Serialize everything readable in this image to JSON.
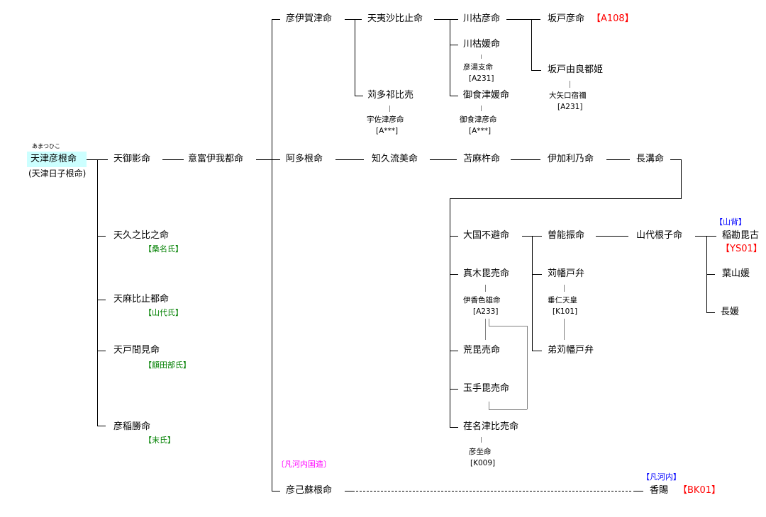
{
  "root": {
    "ruby": "あまつひこ",
    "name": "天津彦根命",
    "alias": "(天津日子根命)"
  },
  "gen1": {
    "p1": "天御影命",
    "p2": "天久之比之命",
    "p2_clan": "【桑名氏】",
    "p3": "天麻比止都命",
    "p3_clan": "【山代氏】",
    "p4": "天戸間見命",
    "p4_clan": "【額田部氏】",
    "p5": "彦稲勝命",
    "p5_clan": "【末氏】"
  },
  "gen2": {
    "p1": "意富伊我都命"
  },
  "gen3": {
    "p1": "彦伊賀津命",
    "p2": "阿多根命",
    "p3": "彦己蘇根命",
    "p3_note": "〔凡河内国造〕"
  },
  "upper": {
    "tenisahito": "天夷沙比止命",
    "karitakehime": "苅多祁比売",
    "usatsuhiko": "宇佐津彦命",
    "usatsuhiko_code": "[A***]",
    "kawakarehiko": "川枯彦命",
    "kawakarehime": "川枯媛命",
    "hikoyuki": "彦湯支命",
    "hikoyuki_code": "[A231]",
    "mikecuhime": "御食津媛命",
    "mikecuhiko": "御食津彦命",
    "mikecuhiko_code": "[A***]",
    "sakatohiko": "坂戸彦命",
    "sakatohiko_code": "【A108】",
    "sakatoyura": "坂戸由良都姫",
    "oyaguchi": "大矢口宿禰",
    "oyaguchi_code": "[A231]"
  },
  "main_line": [
    "知久流美命",
    "苫麻杵命",
    "伊加利乃命",
    "長溝命"
  ],
  "lower": {
    "okuni": "大国不避命",
    "makihime": "真木毘売命",
    "ikagashikoo": "伊香色雄命",
    "ikagashikoo_code": "[A233]",
    "arahime": "荒毘売命",
    "tamatehime": "玉手毘売命",
    "enatsuhime": "荏名津比売命",
    "hikoimasu": "彦坐命",
    "hikoimasu_code": "[K009]",
    "sonofuri": "曽能振命",
    "karihatatobe": "苅幡戸弁",
    "suinin": "垂仁天皇",
    "suinin_code": "[K101]",
    "ototokarihatatobe": "弟苅幡戸弁",
    "yamashironeko": "山代根子命",
    "yamashiro_note": "【山背】",
    "inasuki": "稲勘毘古",
    "inasuki_code": "【YS01】",
    "hayamahime": "葉山媛",
    "nagahime": "長媛"
  },
  "kagashi": {
    "note": "【凡河内】",
    "name": "香賜",
    "code": "【BK01】"
  },
  "colors": {
    "root_bg": "#ccffff",
    "clan": "#008000",
    "code": "#ff0000",
    "region": "#0000ff",
    "kuninomiyatsuko": "#ff00ff"
  }
}
